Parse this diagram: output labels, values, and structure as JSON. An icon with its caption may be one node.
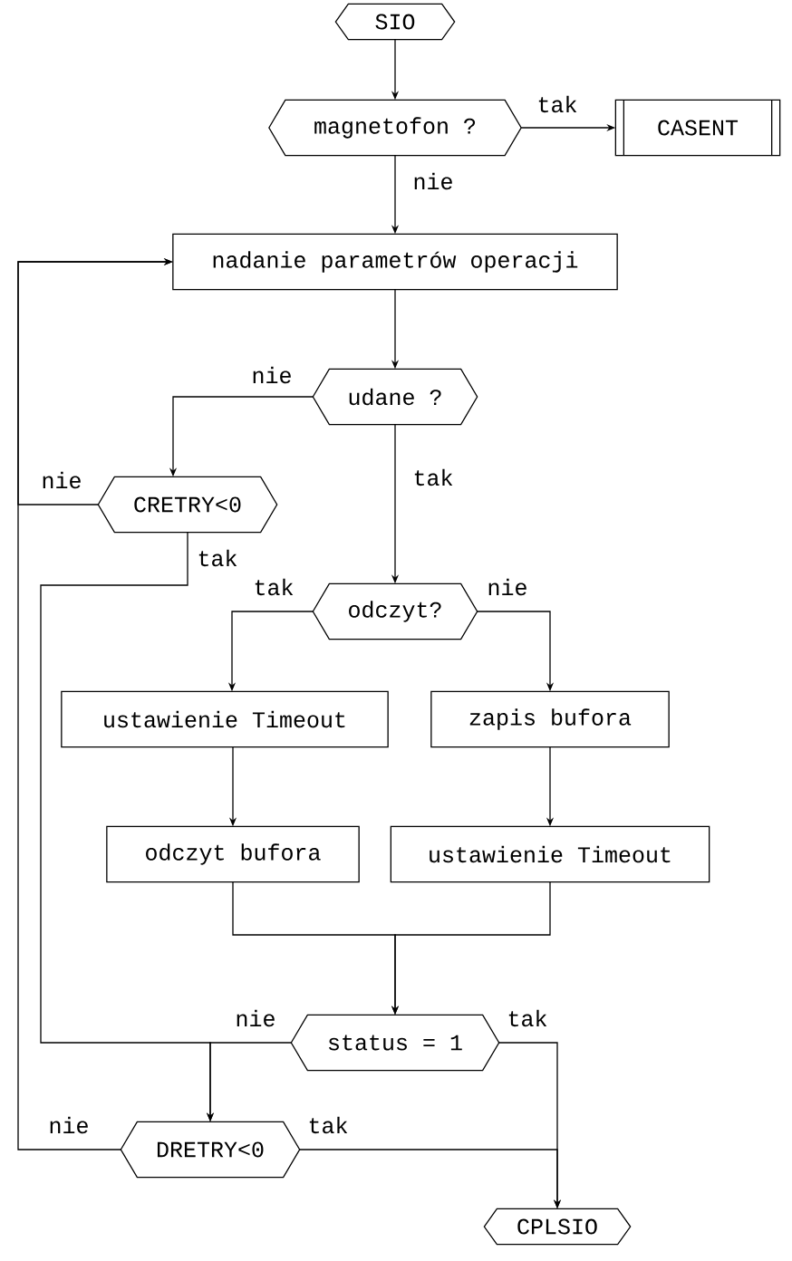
{
  "diagram": {
    "nodes": [
      {
        "text": [
          "SIO"
        ]
      },
      {
        "text": [
          "magnetofon ?"
        ]
      },
      {
        "text": [
          "CASENT"
        ]
      },
      {
        "text": [
          "nadanie parametrów operacji"
        ]
      },
      {
        "text": [
          "udane ?"
        ]
      },
      {
        "text": [
          "CRETRY<0"
        ]
      },
      {
        "text": [
          "odczyt?"
        ]
      },
      {
        "text": [
          "ustawienie Timeout"
        ]
      },
      {
        "text": [
          "zapis bufora"
        ]
      },
      {
        "text": [
          "odczyt bufora"
        ]
      },
      {
        "text": [
          "ustawienie Timeout"
        ]
      },
      {
        "text": [
          "status = 1"
        ]
      },
      {
        "text": [
          "DRETRY<0"
        ]
      },
      {
        "text": [
          "CPLSIO"
        ]
      }
    ],
    "edges": [
      {
        "from": 0,
        "to": 1,
        "arrow": "to"
      },
      {
        "from": 1,
        "to": 2,
        "arrow": "to",
        "label": "tak"
      },
      {
        "from": 1,
        "to": 3,
        "arrow": "to",
        "label": "nie"
      },
      {
        "from": 3,
        "to": 4,
        "arrow": "to"
      },
      {
        "from": 4,
        "to": 5,
        "arrow": "to",
        "label": "nie"
      },
      {
        "from": 4,
        "to": 6,
        "arrow": "to",
        "label": "tak"
      },
      {
        "from": 5,
        "to": 3,
        "arrow": "to",
        "label": "nie"
      },
      {
        "from": 5,
        "to": 12,
        "arrow": "to",
        "label": "tak"
      },
      {
        "from": 11,
        "to": 12,
        "arrow": "to",
        "label": "nie"
      },
      {
        "from": 6,
        "to": 7,
        "arrow": "to",
        "label": "tak"
      },
      {
        "from": 6,
        "to": 8,
        "arrow": "to",
        "label": "nie"
      },
      {
        "from": 7,
        "to": 9,
        "arrow": "to"
      },
      {
        "from": 8,
        "to": 10,
        "arrow": "to"
      },
      {
        "from": 9,
        "to": 11,
        "arrow": "to"
      },
      {
        "from": 10,
        "to": 11,
        "arrow": "to"
      },
      {
        "from": 11,
        "to": 13,
        "arrow": "to",
        "label": "tak"
      },
      {
        "from": 12,
        "to": 13,
        "arrow": "to",
        "label": "tak"
      },
      {
        "from": 12,
        "to": 3,
        "arrow": "to",
        "label": "nie"
      }
    ]
  }
}
